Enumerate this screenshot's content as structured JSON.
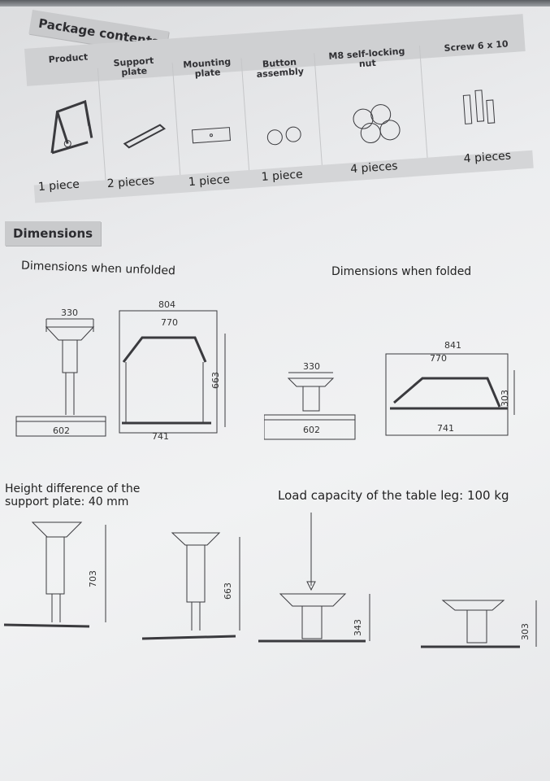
{
  "package": {
    "title": "Package contents",
    "columns": [
      {
        "label": "Product",
        "qty": "1 piece",
        "icon": "table-leg-frame-icon"
      },
      {
        "label": "Support plate",
        "qty": "2 pieces",
        "icon": "support-plate-icon"
      },
      {
        "label": "Mounting plate",
        "qty": "1 piece",
        "icon": "mounting-plate-icon"
      },
      {
        "label": "Button assembly",
        "qty": "1 piece",
        "icon": "button-assembly-icon"
      },
      {
        "label": "M8 self-locking nut",
        "qty": "4 pieces",
        "icon": "nut-icon"
      },
      {
        "label": "Screw 6 x 10",
        "qty": "4 pieces",
        "icon": "screw-icon"
      }
    ]
  },
  "dimensions": {
    "title": "Dimensions",
    "unfolded_label": "Dimensions when unfolded",
    "folded_label": "Dimensions when folded",
    "unfolded": {
      "top_width": "330",
      "base_width": "602",
      "frame_outer": "804",
      "frame_inner": "770",
      "frame_height": "663",
      "frame_base": "741"
    },
    "folded": {
      "top_width": "330",
      "base_width": "602",
      "frame_outer": "841",
      "frame_inner": "770",
      "frame_height": "303",
      "frame_base": "741"
    }
  },
  "height_diff": {
    "label": "Height difference of the support plate: 40 mm"
  },
  "load": {
    "label": "Load capacity of the table leg: 100 kg"
  },
  "heights": {
    "h1": "703",
    "h2": "663",
    "h3": "343",
    "h4": "303"
  }
}
